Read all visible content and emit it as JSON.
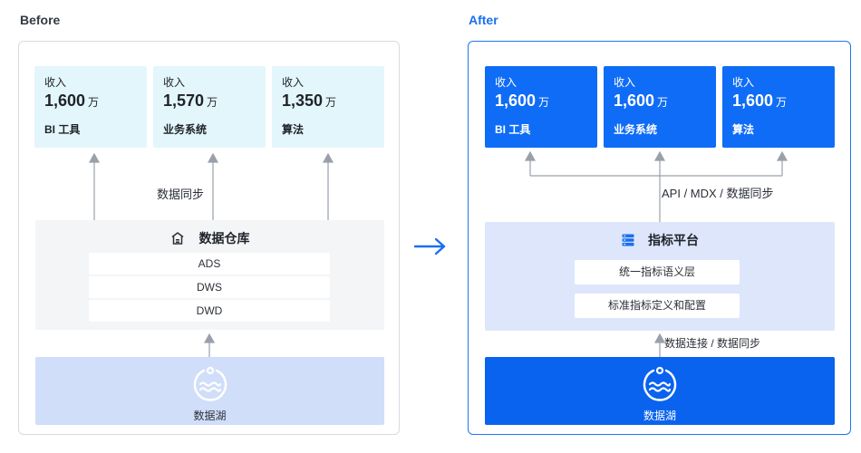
{
  "before": {
    "heading": "Before",
    "cards": [
      {
        "label": "收入",
        "value": "1,600",
        "unit": "万",
        "system": "BI 工具"
      },
      {
        "label": "收入",
        "value": "1,570",
        "unit": "万",
        "system": "业务系统"
      },
      {
        "label": "收入",
        "value": "1,350",
        "unit": "万",
        "system": "算法"
      }
    ],
    "sync_label": "数据同步",
    "warehouse": {
      "title": "数据仓库",
      "icon": "warehouse-icon",
      "layers": [
        "ADS",
        "DWS",
        "DWD"
      ]
    },
    "lake": {
      "label": "数据湖",
      "icon": "lake-icon"
    }
  },
  "after": {
    "heading": "After",
    "cards": [
      {
        "label": "收入",
        "value": "1,600",
        "unit": "万",
        "system": "BI 工具"
      },
      {
        "label": "收入",
        "value": "1,600",
        "unit": "万",
        "system": "业务系统"
      },
      {
        "label": "收入",
        "value": "1,600",
        "unit": "万",
        "system": "算法"
      }
    ],
    "sync_label": "API / MDX / 数据同步",
    "metrics_platform": {
      "title": "指标平台",
      "icon": "server-stack-icon",
      "layers": [
        "统一指标语义层",
        "标准指标定义和配置"
      ]
    },
    "connect_label": "数据连接 / 数据同步",
    "lake": {
      "label": "数据湖",
      "icon": "lake-icon"
    }
  },
  "colors": {
    "accent": "#1a6ff0",
    "before_card": "#e3f6fb",
    "after_card": "#0f6cf6",
    "before_lake": "#d1defa",
    "after_lake": "#0a63ef",
    "metrics_box": "#dde6fb",
    "arrow_gray": "#9aa0aa"
  }
}
